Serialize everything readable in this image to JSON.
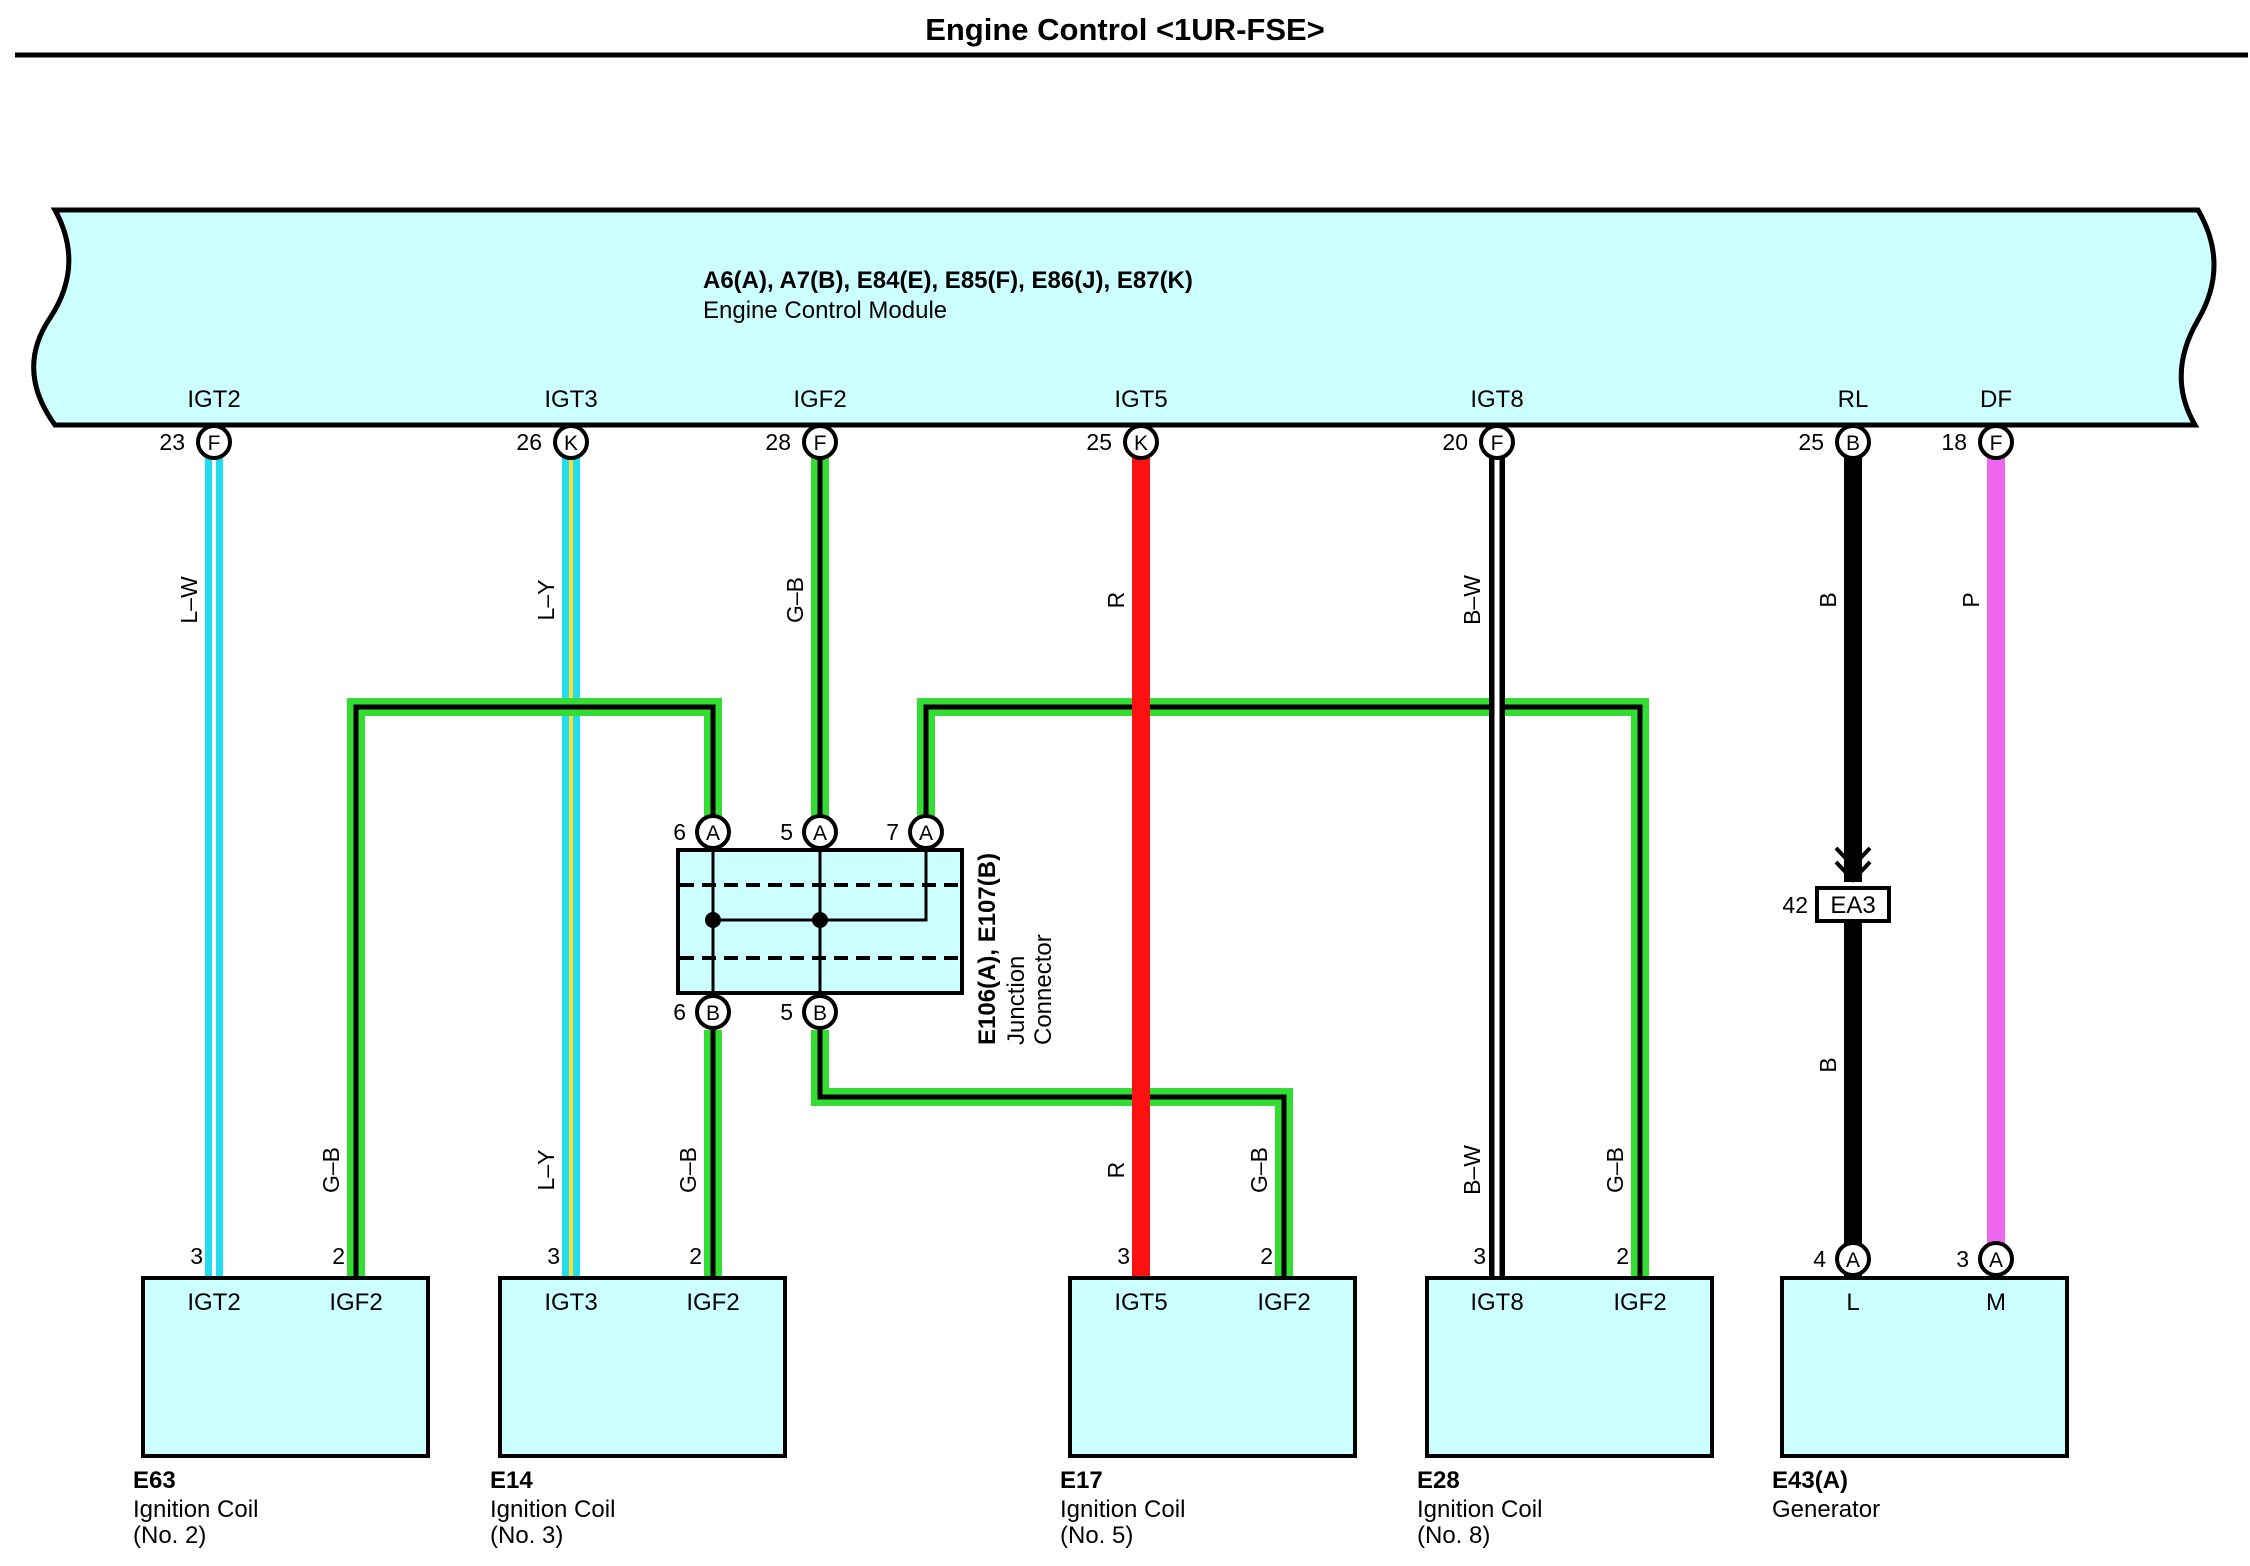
{
  "title": "Engine Control <1UR-FSE>",
  "ecm": {
    "connectors": "A6(A), A7(B), E84(E), E85(F), E86(J), E87(K)",
    "name": "Engine Control Module",
    "terminals": [
      {
        "signal": "IGT2",
        "pin": "23",
        "conn": "F"
      },
      {
        "signal": "IGT3",
        "pin": "26",
        "conn": "K"
      },
      {
        "signal": "IGF2",
        "pin": "28",
        "conn": "F"
      },
      {
        "signal": "IGT5",
        "pin": "25",
        "conn": "K"
      },
      {
        "signal": "IGT8",
        "pin": "20",
        "conn": "F"
      },
      {
        "signal": "RL",
        "pin": "25",
        "conn": "B"
      },
      {
        "signal": "DF",
        "pin": "18",
        "conn": "F"
      }
    ]
  },
  "wires": {
    "lw": "L–W",
    "ly_top": "L–Y",
    "gb_top": "G–B",
    "r_top": "R",
    "bw_top": "B–W",
    "b_top": "B",
    "p": "P",
    "gb1": "G–B",
    "ly2": "L–Y",
    "gb2": "G–B",
    "r2": "R",
    "gb3": "G–B",
    "bw2": "B–W",
    "gb4": "G–B",
    "b2": "B"
  },
  "junction": {
    "connectors": "E106(A), E107(B)",
    "name1": "Junction",
    "name2": "Connector",
    "top_pins": [
      {
        "pin": "6",
        "conn": "A"
      },
      {
        "pin": "5",
        "conn": "A"
      },
      {
        "pin": "7",
        "conn": "A"
      }
    ],
    "bottom_pins": [
      {
        "pin": "6",
        "conn": "B"
      },
      {
        "pin": "5",
        "conn": "B"
      }
    ]
  },
  "ea3": {
    "pin": "42",
    "name": "EA3"
  },
  "components": [
    {
      "code": "E63",
      "name": "Ignition Coil",
      "sub": "(No. 2)",
      "left": "IGT2",
      "right": "IGF2",
      "pin_left": "3",
      "pin_right": "2"
    },
    {
      "code": "E14",
      "name": "Ignition Coil",
      "sub": "(No. 3)",
      "left": "IGT3",
      "right": "IGF2",
      "pin_left": "3",
      "pin_right": "2"
    },
    {
      "code": "E17",
      "name": "Ignition Coil",
      "sub": "(No. 5)",
      "left": "IGT5",
      "right": "IGF2",
      "pin_left": "3",
      "pin_right": "2"
    },
    {
      "code": "E28",
      "name": "Ignition Coil",
      "sub": "(No. 8)",
      "left": "IGT8",
      "right": "IGF2",
      "pin_left": "3",
      "pin_right": "2"
    },
    {
      "code": "E43(A)",
      "name": "Generator",
      "sub": "",
      "left": "L",
      "right": "M",
      "pin_left": "4",
      "pin_right": "3",
      "conn_left": "A",
      "conn_right": "A"
    }
  ],
  "colors": {
    "module_fill": "#ccffff",
    "green": "#33dd33",
    "cyan": "#22ddee",
    "yellow": "#ffdd33",
    "red": "#ff1111",
    "pink": "#ee66ee",
    "black": "#000000"
  }
}
